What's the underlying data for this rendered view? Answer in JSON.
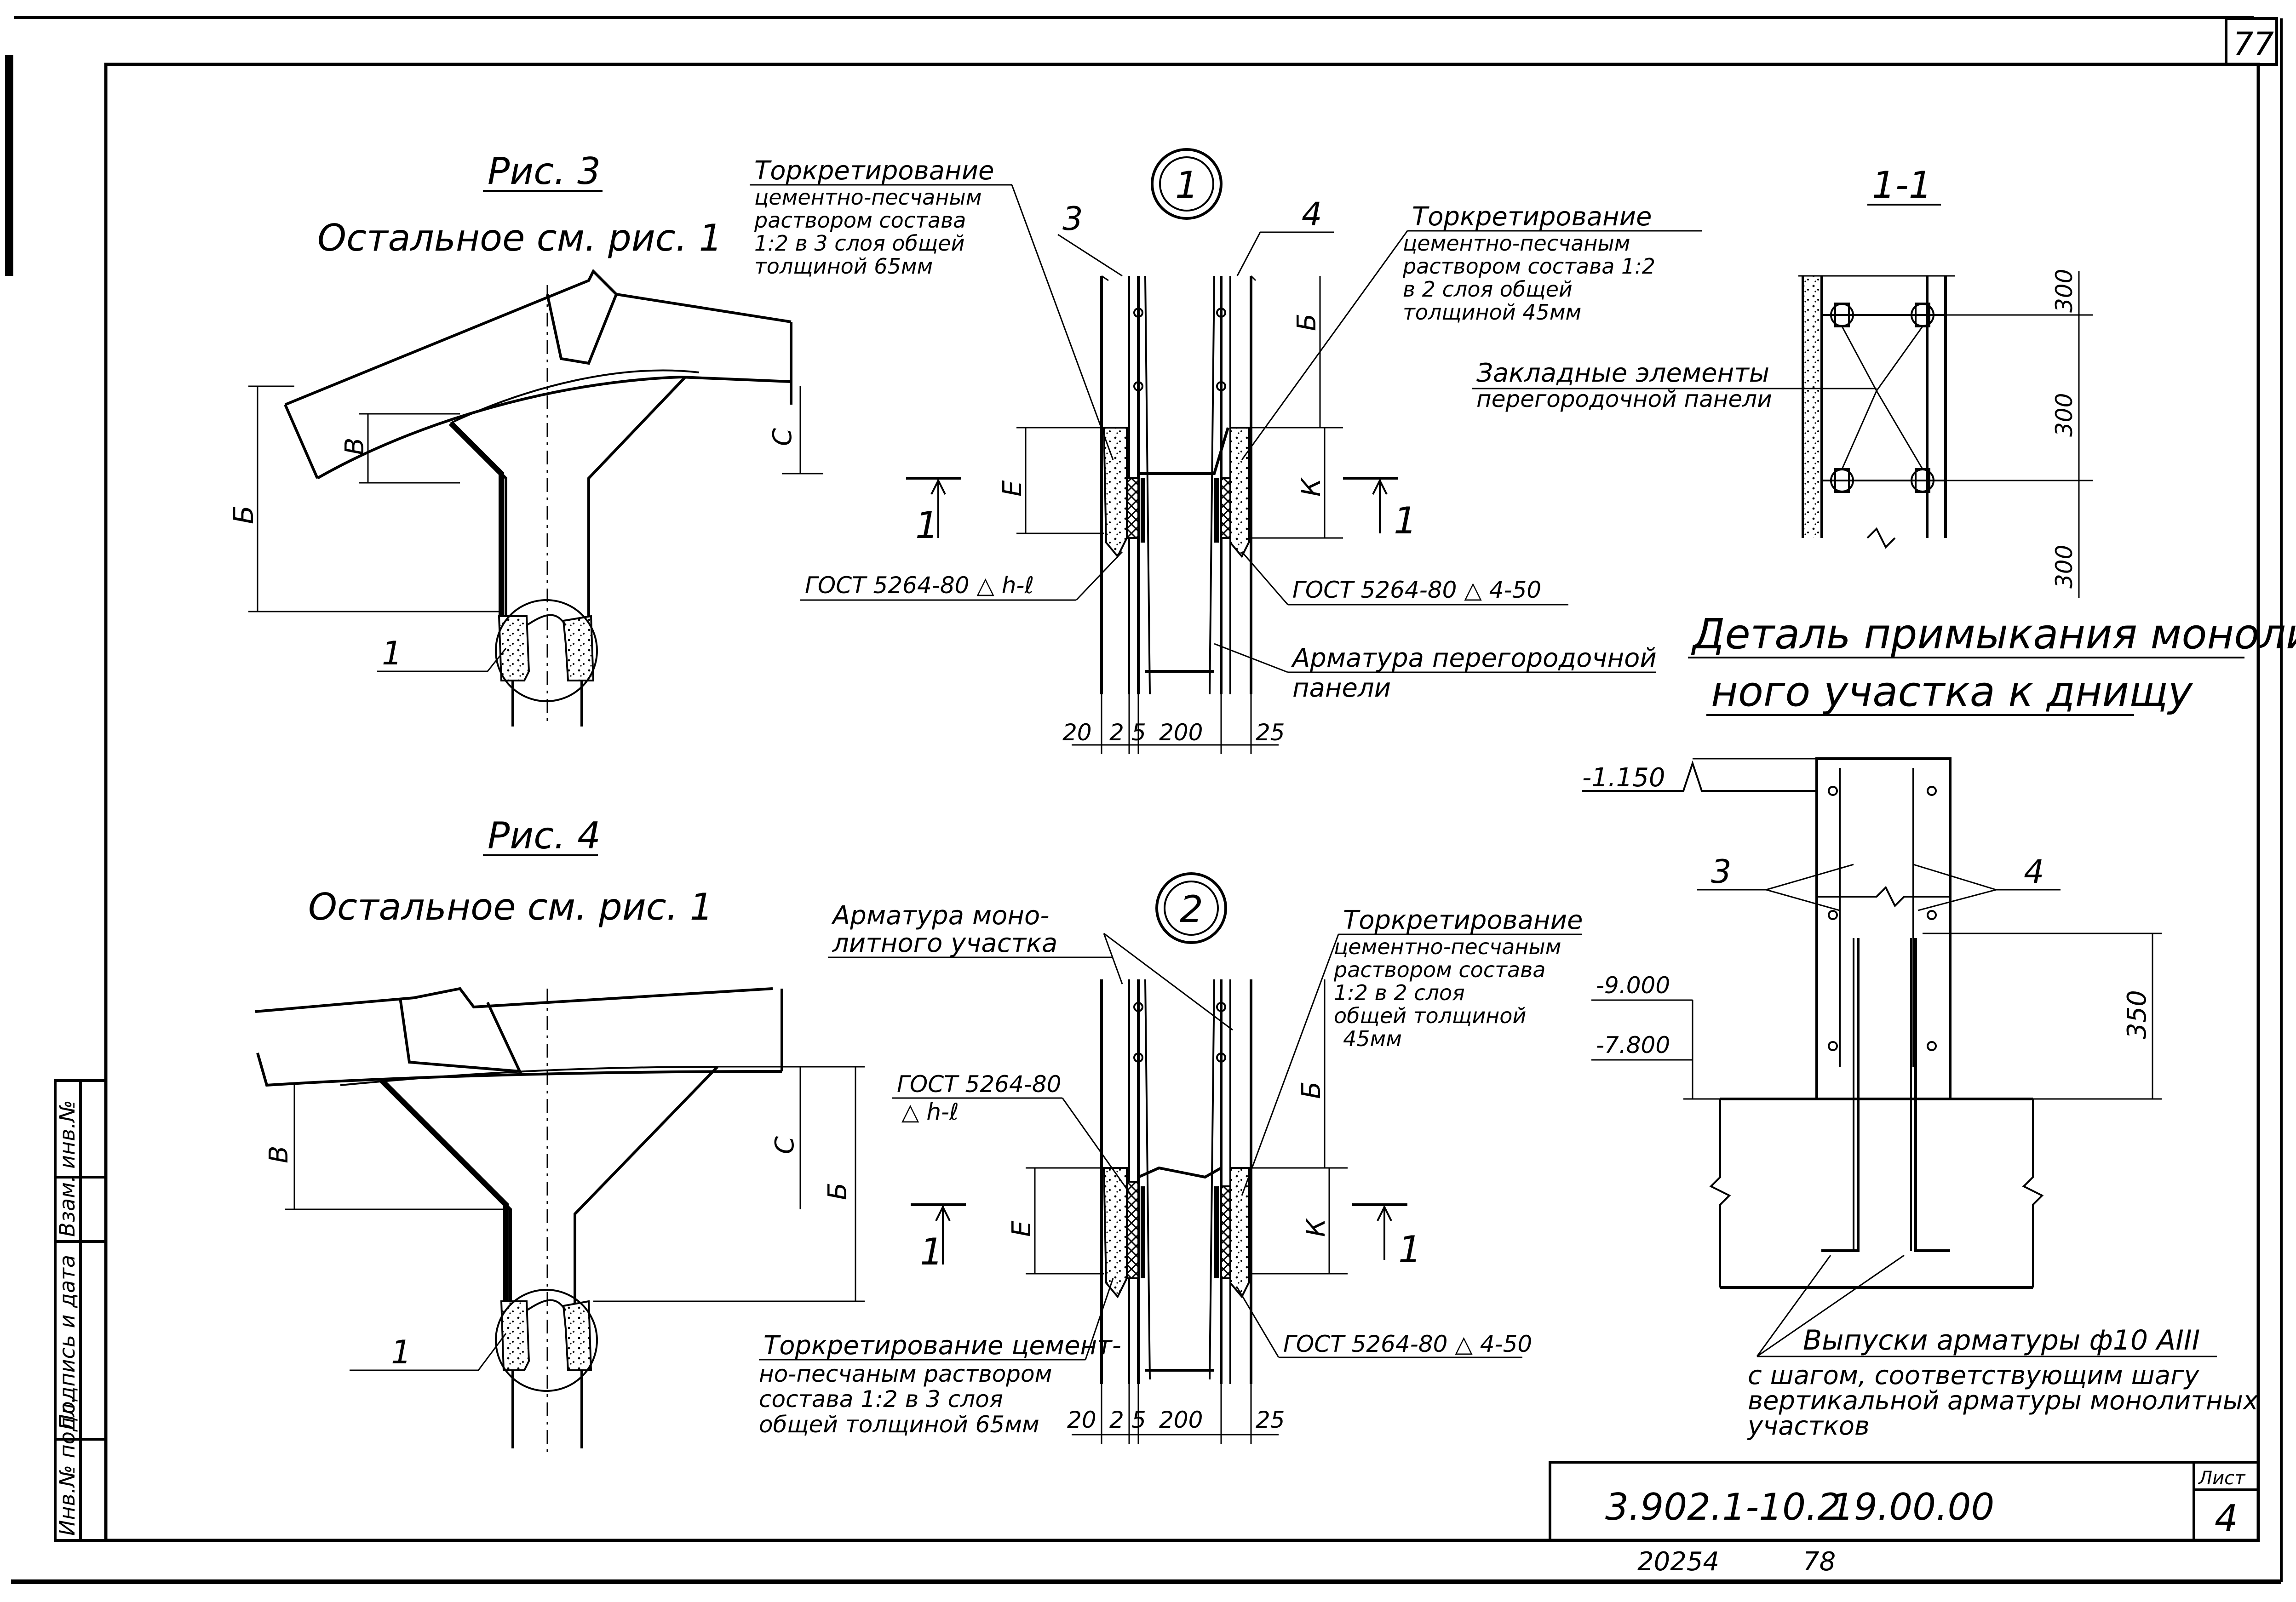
{
  "sheet": {
    "page_number": "77",
    "doc_code": "3.902.1-10.2",
    "doc_suffix": "19.00.00",
    "list_label": "Лист",
    "list_number": "4",
    "footer_left": "20254",
    "footer_right": "78"
  },
  "sidebar": {
    "inv_podl": "Инв.№ подл.",
    "podpis": "Подпись и дата",
    "vzam": "Взам. инв.№"
  },
  "fig3": {
    "title": "Рис. 3",
    "note": "Остальное см. рис. 1",
    "dim_b": "Б",
    "dim_v": "В",
    "dim_c": "С",
    "callout": "1"
  },
  "fig4": {
    "title": "Рис. 4",
    "note": "Остальное см. рис. 1",
    "dim_b": "Б",
    "dim_v": "В",
    "dim_c": "С",
    "callout": "1"
  },
  "node1": {
    "marker": "1",
    "label_3": "3",
    "label_4": "4",
    "spray_left": [
      "Торкретирование",
      "цементно-песчаным",
      "раствором состава",
      "1:2 в 3 слоя общей",
      "толщиной 65мм"
    ],
    "spray_right": [
      "Торкретирование",
      "цементно-песчаным",
      "раствором состава 1:2",
      "в 2 слоя общей",
      "толщиной 45мм"
    ],
    "weld_left": "ГОСТ 5264-80 △ h-ℓ",
    "weld_right": "ГОСТ 5264-80  △ 4-50",
    "rebar_note": [
      "Арматура перегородочной",
      "панели"
    ],
    "dim_e": "Е",
    "dim_k": "К",
    "dim_b": "Б",
    "section_l": "1",
    "section_r": "1",
    "dims": [
      "20",
      "2",
      "5",
      "200",
      "25"
    ]
  },
  "node2": {
    "marker": "2",
    "rebar_note": [
      "Арматура моно-",
      "литного участка"
    ],
    "spray_right": [
      "Торкретирование",
      "цементно-песчаным",
      "раствором состава",
      "1:2 в 2 слоя",
      "общей толщиной",
      "45мм"
    ],
    "weld_left": [
      "ГОСТ 5264-80",
      "△ h-ℓ"
    ],
    "weld_right": "ГОСТ 5264-80 △ 4-50",
    "spray_left": [
      "Торкретирование цемент-",
      "но-песчаным раствором",
      "состава 1:2 в 3 слоя",
      "общей толщиной 65мм"
    ],
    "dim_e": "Е",
    "dim_k": "К",
    "dim_b": "Б",
    "section_l": "1",
    "section_r": "1",
    "dims": [
      "20",
      "2",
      "5",
      "200",
      "25"
    ]
  },
  "section11": {
    "title": "1-1",
    "embedded": [
      "Закладные элементы",
      "перегородочной панели"
    ],
    "dims": [
      "300",
      "300",
      "300"
    ]
  },
  "detail": {
    "title_line1": "Деталь примыкания монолит-",
    "title_line2": "ного участка к днищу",
    "elev_top": "-1.150",
    "elev_a": "-9.000",
    "elev_b": "-7.800",
    "label_3": "3",
    "label_4": "4",
    "dim_350": "350",
    "note": [
      "Выпуски арматуры ф10 АIII",
      "с шагом, соответствующим шагу",
      "вертикальной арматуры монолитных",
      "участков"
    ]
  }
}
